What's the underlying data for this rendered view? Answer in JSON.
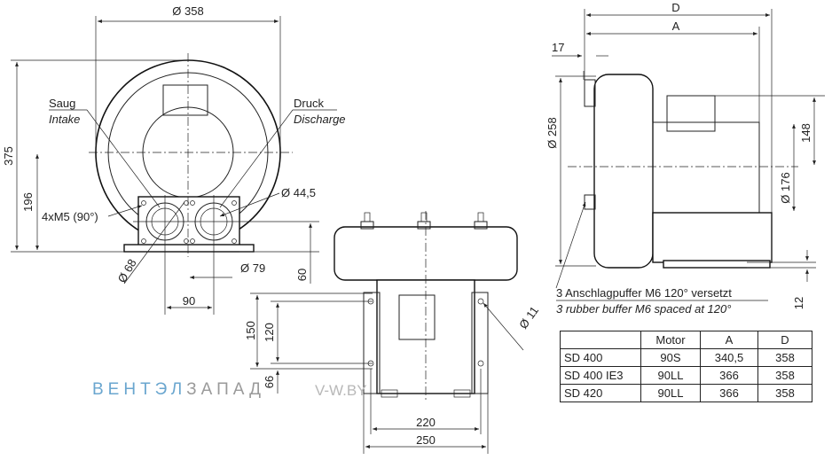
{
  "dimensions": {
    "dia_358": "Ø 358",
    "h_375": "375",
    "h_196": "196",
    "thread": "4xM5 (90°)",
    "dia_44_5": "Ø 44,5",
    "dia_68": "Ø 68",
    "dia_79": "Ø 79",
    "w_90": "90",
    "h_60": "60",
    "h_150": "150",
    "h_120": "120",
    "h_66": "66",
    "dia_11": "Ø 11",
    "w_220": "220",
    "w_250": "250",
    "d_D": "D",
    "d_A": "A",
    "w_17": "17",
    "dia_258": "Ø 258",
    "h_148": "148",
    "dia_176": "Ø 176",
    "h_12": "12"
  },
  "labels": {
    "intake_de": "Saug",
    "intake_en": "Intake",
    "discharge_de": "Druck",
    "discharge_en": "Discharge",
    "buffer_de": "3 Anschlagpuffer M6 120° versetzt",
    "buffer_en": "3 rubber buffer M6 spaced at 120°"
  },
  "table": {
    "headers": [
      "",
      "Motor",
      "A",
      "D"
    ],
    "rows": [
      [
        "SD 400",
        "90S",
        "340,5",
        "358"
      ],
      [
        "SD 400 IE3",
        "90LL",
        "366",
        "358"
      ],
      [
        "SD 420",
        "90LL",
        "366",
        "358"
      ]
    ]
  },
  "watermark": {
    "part1": "ВЕНТЭЛ",
    "part2": "ЗАПАД",
    "url": "V-W.BY"
  }
}
